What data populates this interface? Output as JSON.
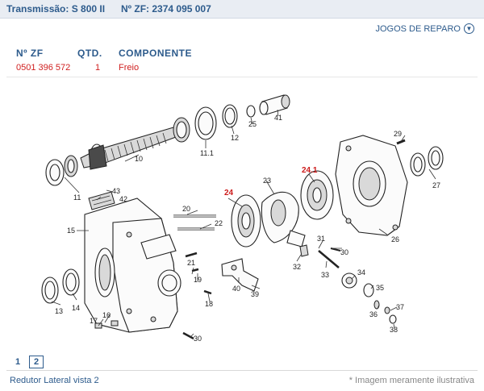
{
  "header": {
    "transmission": "Transmissão: S 800 II",
    "zf_number": "Nº ZF: 2374 095 007"
  },
  "jogos_link": {
    "label": "JOGOS DE REPARO",
    "icon": "arrow-down-circle-icon"
  },
  "table": {
    "headers": {
      "zf": "Nº ZF",
      "qty": "QTD.",
      "component": "COMPONENTE"
    },
    "row": {
      "zf": "0501 396 572",
      "qty": "1",
      "component": "Freio"
    }
  },
  "diagram": {
    "labels": {
      "l10": "10",
      "l11a": "11",
      "l11b": "11.1",
      "l12": "12",
      "l13": "13",
      "l14": "14",
      "l15": "15",
      "l16": "16",
      "l17": "17",
      "l18": "18",
      "l19": "19",
      "l20": "20",
      "l21": "21",
      "l22": "22",
      "l23": "23",
      "l24": "24",
      "l24_1": "24.1",
      "l25": "25",
      "l26": "26",
      "l27": "27",
      "l29": "29",
      "l30a": "30",
      "l30b": "30",
      "l31": "31",
      "l32": "32",
      "l33": "33",
      "l34": "34",
      "l35": "35",
      "l36": "36",
      "l37": "37",
      "l38": "38",
      "l39": "39",
      "l40": "40",
      "l41": "41",
      "l42": "42",
      "l43": "43"
    }
  },
  "pagination": {
    "page1": "1",
    "page2": "2"
  },
  "footer": {
    "left": "Redutor Lateral vista 2",
    "right": "* Imagem meramente ilustrativa"
  }
}
